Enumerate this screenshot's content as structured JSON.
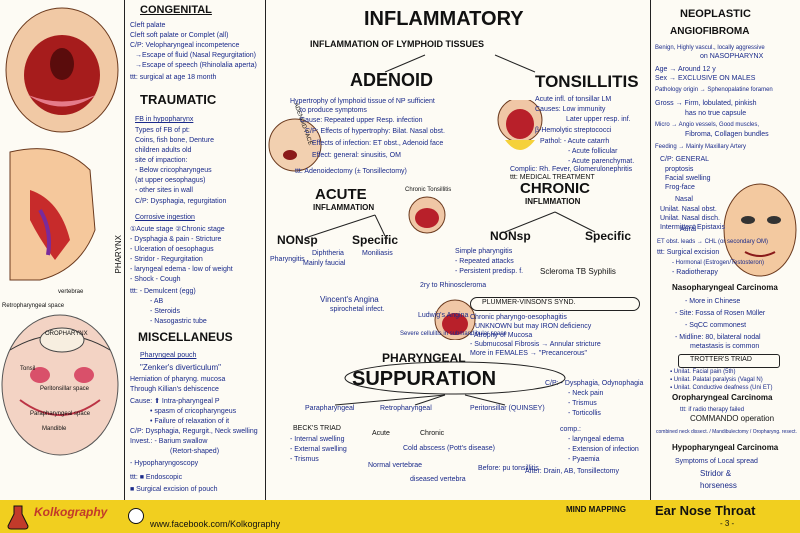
{
  "sections": {
    "congenital": {
      "title": "CONGENITAL",
      "lines": [
        "Cleft palate",
        "Cleft soft palate or Complet (all)",
        "C/P: Velopharyngeal incompetence",
        "→Escape of fluid (Nasal Regurgitation)",
        "→Escape of speech (Rhinolalia aperta)",
        "ttt: surgical at age 18 month"
      ]
    },
    "traumatic": {
      "title": "TRAUMATIC",
      "lines": [
        "FB in hypopharynx",
        "Types of FB of pt:",
        "Coins, fish bone, Denture",
        "children    adults    old",
        "site of impaction:",
        "- Below cricopharyngeus",
        "  (at upper oesophagus)",
        "- other sites in wall",
        "C/P: Dysphagia, regurgitation",
        "Corrosive ingestion",
        "①Acute stage   ②Chronic stage",
        "- Dysphagia & pain   - Stricture",
        "- Ulceration   of oesophagus",
        "- Stridor   - Regurgitation",
        "- laryngeal edema   - low of weight",
        "- Shock   - Cough",
        "ttt: - Demulcent (egg)",
        "- AB",
        "- Steroids",
        "- Nasogastric tube"
      ]
    },
    "misc": {
      "title": "MISCELLANEUS",
      "lines": [
        "Pharyngeal pouch",
        "\"Zenker's diverticulum\"",
        "Herniation of pharyng. mucosa",
        "Through Killian's dehiscence",
        "Cause: ⬆ Intra-pharyngeal P",
        "• spasm of cricopharyngeus",
        "• Failure of relaxation of it",
        "C/P: Dysphagia, Regurgit., Neck swelling",
        "Invest.: - Barium swallow",
        "(Retort-shaped)",
        "- Hypopharyngoscopy",
        "ttt: ■ Endoscopic",
        "■ Surgical excision of pouch"
      ]
    },
    "inflammatory": {
      "title": "INFLAMMATORY",
      "subtitle": "INFLAMMATION OF LYMPHOID TISSUES",
      "adenoid": {
        "title": "ADENOID",
        "lines": [
          "Hypertrophy of lymphoid tissue of NP sufficient",
          "to produce symptoms",
          "Cause: Repeated upper Resp. infection",
          "C/P: Effects of hypertrophy: Bilat. Nasal obst.",
          "Effects of infection: ET obst., Adenoid face",
          "Effect: general: sinusitis, OM",
          "ttt: Adenoidectomy (± Tonsillectomy)"
        ]
      },
      "tonsillitis": {
        "title": "TONSILLITIS",
        "lines": [
          "Acute infl. of tonsillar LM",
          "Causes: Low immunity",
          "Later upper resp. inf.",
          "β-Hemolytic streptococci",
          "Pathol: - Acute catarrh",
          "- Acute follicular",
          "- Acute parenchymat.",
          "Complic: Rh. Fever, Glomerulonephritis",
          "ttt: MEDICAL TREATMENT"
        ]
      },
      "acute": {
        "title": "ACUTE",
        "subtitle": "INFLAMMATION",
        "nonsp": "NONsp",
        "specific": "Specific",
        "lines": [
          "Pharyngitis",
          "Diphtheria",
          "Moniliasis",
          "Mainly faucial",
          "Vincent's Angina",
          "spirochetal infect."
        ]
      },
      "chronic": {
        "title": "CHRONIC",
        "subtitle": "INFLMMATION",
        "nonsp": "NONsp",
        "specific": "Specific",
        "lines": [
          "Simple pharyngitis",
          "- Repeated attacks",
          "- Persistent predisp. f.",
          "Scleroma   TB   Syphilis",
          "2ry to Rhinoscleroma"
        ]
      },
      "plummer": {
        "title": "PLUMMER-VINSON'S SYND.",
        "lines": [
          "Chronic pharyngo-oesophagitis",
          "UNKNOWN but may IRON deficiency",
          "- Atrophy of Mucosa",
          "- Submucosal Fibrosis → Annular stricture",
          "More in FEMALES → \"Precancerous\""
        ]
      },
      "suppuration": {
        "title": "PHARYNGEAL",
        "title2": "SUPPURATION",
        "lines": [
          "Parapharyngeal",
          "Retropharyngeal",
          "Peritonsillar (QUINSEY)",
          "BECK'S TRIAD",
          "- Internal swelling",
          "- External swelling",
          "- Trismus",
          "Acute",
          "Chronic",
          "Normal vertebrae",
          "Cold abscess (Pott's disease)",
          "diseased vertebra",
          "Ludwig's Angina",
          "Severe cellulitis in submandibular space",
          "C/P: - Dysphagia, Odynophagia",
          "- Neck pain",
          "- Trismus",
          "- Torticollis",
          "comp.:",
          "- laryngeal edema",
          "- Extension of infection",
          "- Pyaemia",
          "Before: pu tonsillitis",
          "After: Drain, AB, Tonsillectomy"
        ]
      }
    },
    "neoplastic": {
      "title": "NEOPLASTIC",
      "angiofibroma": {
        "title": "ANGIOFIBROMA",
        "lines": [
          "Benign, Highly vascul., locally aggressive",
          "on NASOPHARYNX",
          "Age → Around 12 y",
          "Sex → EXCLUSIVE ON MALES",
          "Pathology origin → Sphenopalatine foramen",
          "Gross → Firm, lobulated, pinkish",
          "has no true capsule",
          "Micro → Angio vessels, Good muscles,",
          "Fibroma, Collagen bundles",
          "Feeding → Mainly Maxillary Artery",
          "C/P: GENERAL",
          "proptosis",
          "Facial swelling",
          "Frog-face",
          "Nasal",
          "Unilat. Nasal obst.",
          "Unilat. Nasal disch.",
          "Intermittent Epistaxis",
          "Aural",
          "ET obst. leads → CHL (or secondary OM)",
          "ttt: Surgical excision",
          "- Hormonal (Estrogen/Testosteron)",
          "- Radiotherapy"
        ]
      },
      "npc": {
        "title": "Nasopharyngeal Carcinoma",
        "lines": [
          "- More in Chinese",
          "- Site: Fossa of Rosen Müller",
          "- SqCC commonest",
          "- Midline: 80, bilateral nodal",
          "metastasis is common",
          "TROTTER'S TRIAD",
          "▪ Unilat. Facial pain (5th)",
          "▪ Unilat. Palatal paralysis (Vagal N)",
          "▪ Unilat. Conductive deafness (Uni ET)"
        ]
      },
      "oropharyngeal": {
        "title": "Oropharyngeal Carcinoma",
        "lines": [
          "ttt: if radio therapy failed",
          "COMMANDO operation",
          "combined neck dissect. / Mandibulectomy / Oropharyng. resect."
        ]
      },
      "hypopharyngeal": {
        "title": "Hypopharyngeal Carcinoma",
        "lines": [
          "Symptoms of Local spread",
          "Stridor &",
          "horseness"
        ]
      }
    },
    "vertical_label": "PHARYNX",
    "drawing_labels": [
      "Retropharyngeal space",
      "vertebrae",
      "OROPHARYNX",
      "Tonsil",
      "Peritonsillar space",
      "Parapharyngeal space",
      "Mandible",
      "ADENOID FACE",
      "Chronic Tonsillitis"
    ]
  },
  "footer": {
    "brand": "Kolkography",
    "url": "www.facebook.com/Kolkography",
    "mind": "MIND MAPPING",
    "subject": "Ear Nose Throat",
    "page": "- 3 -"
  },
  "colors": {
    "ink": "#1a2a8a",
    "accent": "#c23a2a",
    "footer": "#f1cf1f"
  }
}
